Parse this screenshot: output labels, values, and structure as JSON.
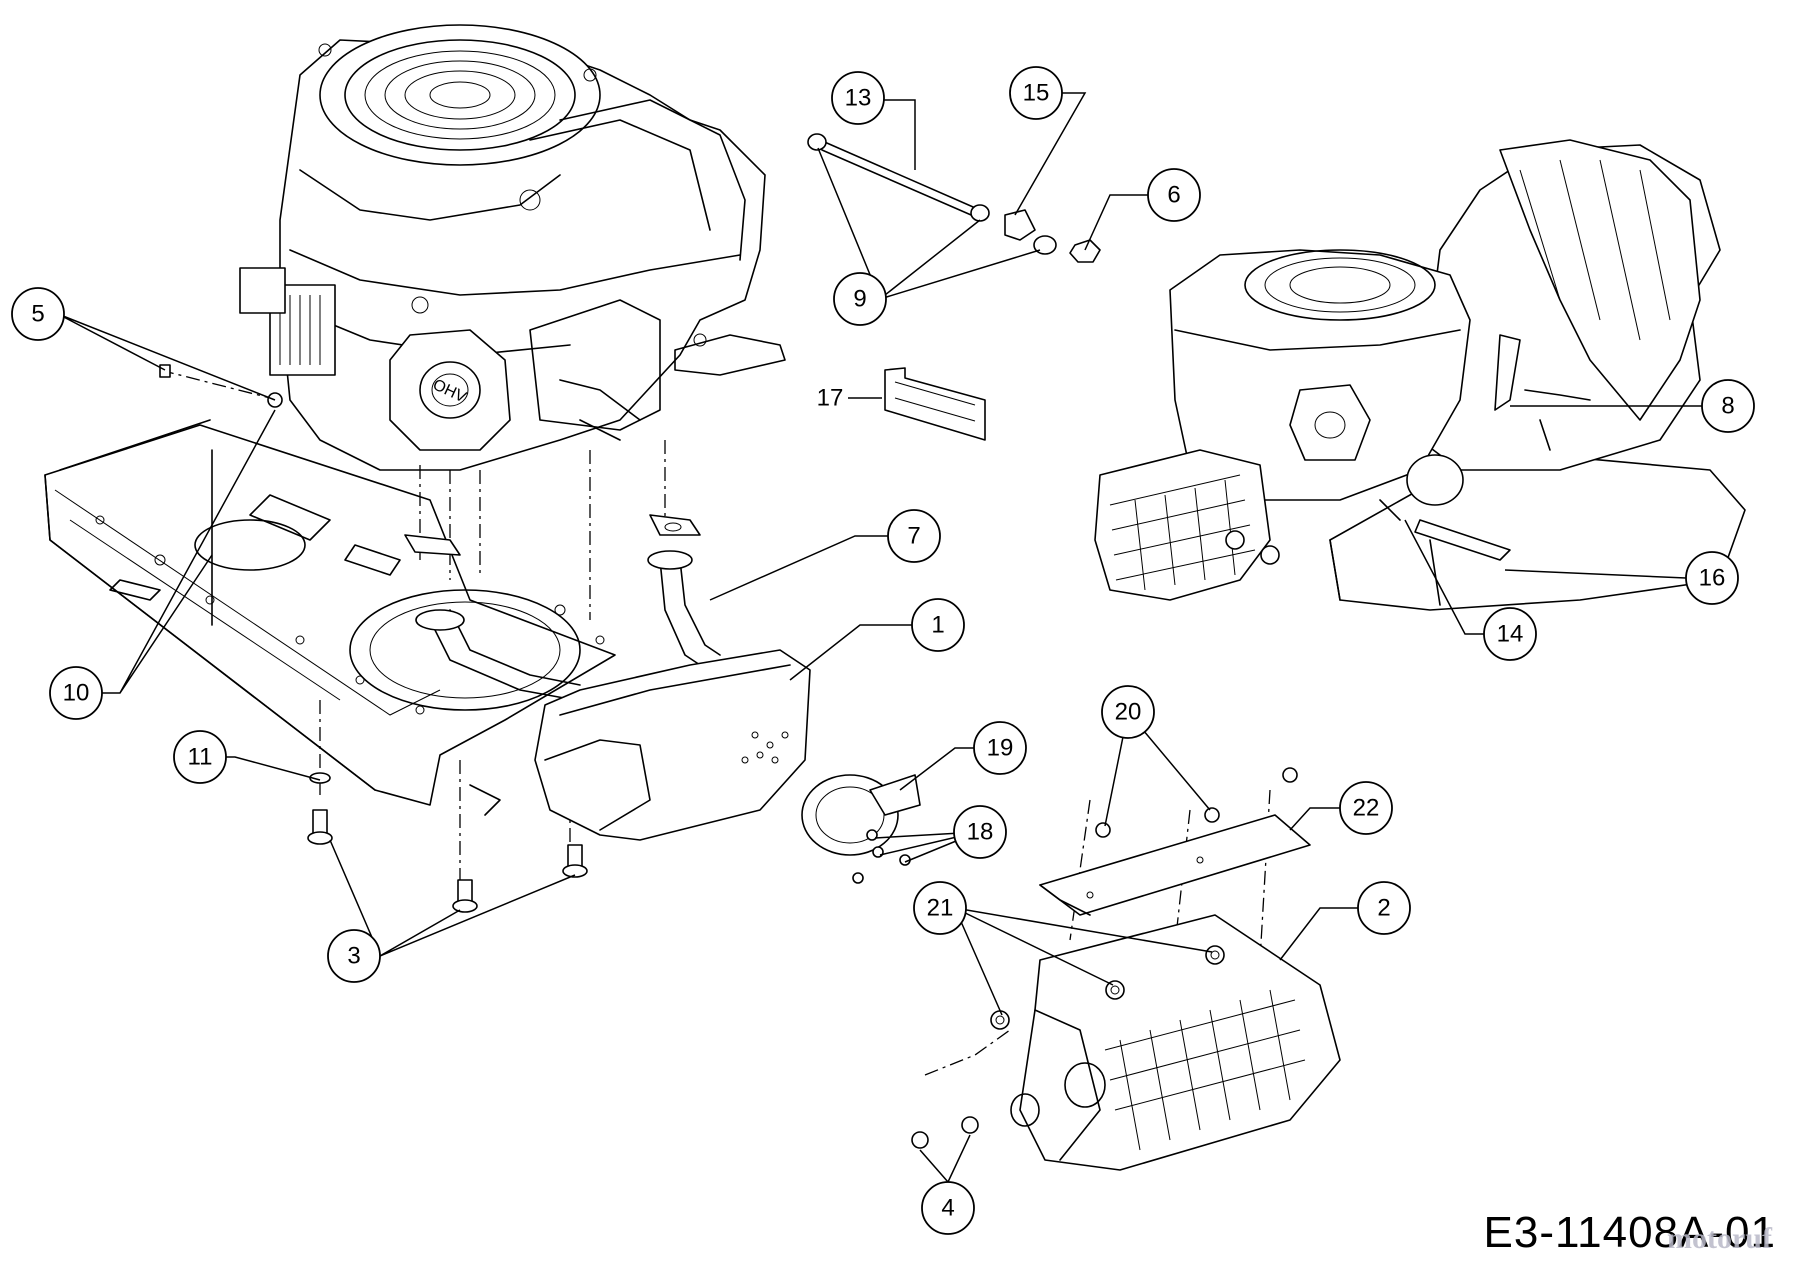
{
  "drawing_code": "E3-11408A-01",
  "watermark": "motoruf",
  "callouts": [
    {
      "id": "c1",
      "label": "1"
    },
    {
      "id": "c2",
      "label": "2"
    },
    {
      "id": "c3",
      "label": "3"
    },
    {
      "id": "c4",
      "label": "4"
    },
    {
      "id": "c5",
      "label": "5"
    },
    {
      "id": "c6",
      "label": "6"
    },
    {
      "id": "c7",
      "label": "7"
    },
    {
      "id": "c8",
      "label": "8"
    },
    {
      "id": "c9",
      "label": "9"
    },
    {
      "id": "c10",
      "label": "10"
    },
    {
      "id": "c11",
      "label": "11"
    },
    {
      "id": "c13",
      "label": "13"
    },
    {
      "id": "c14",
      "label": "14"
    },
    {
      "id": "c15",
      "label": "15"
    },
    {
      "id": "c16",
      "label": "16"
    },
    {
      "id": "c17",
      "label": "17"
    },
    {
      "id": "c18",
      "label": "18"
    },
    {
      "id": "c19",
      "label": "19"
    },
    {
      "id": "c20",
      "label": "20"
    },
    {
      "id": "c21",
      "label": "21"
    },
    {
      "id": "c22",
      "label": "22"
    }
  ],
  "engine_badge": "OHV"
}
